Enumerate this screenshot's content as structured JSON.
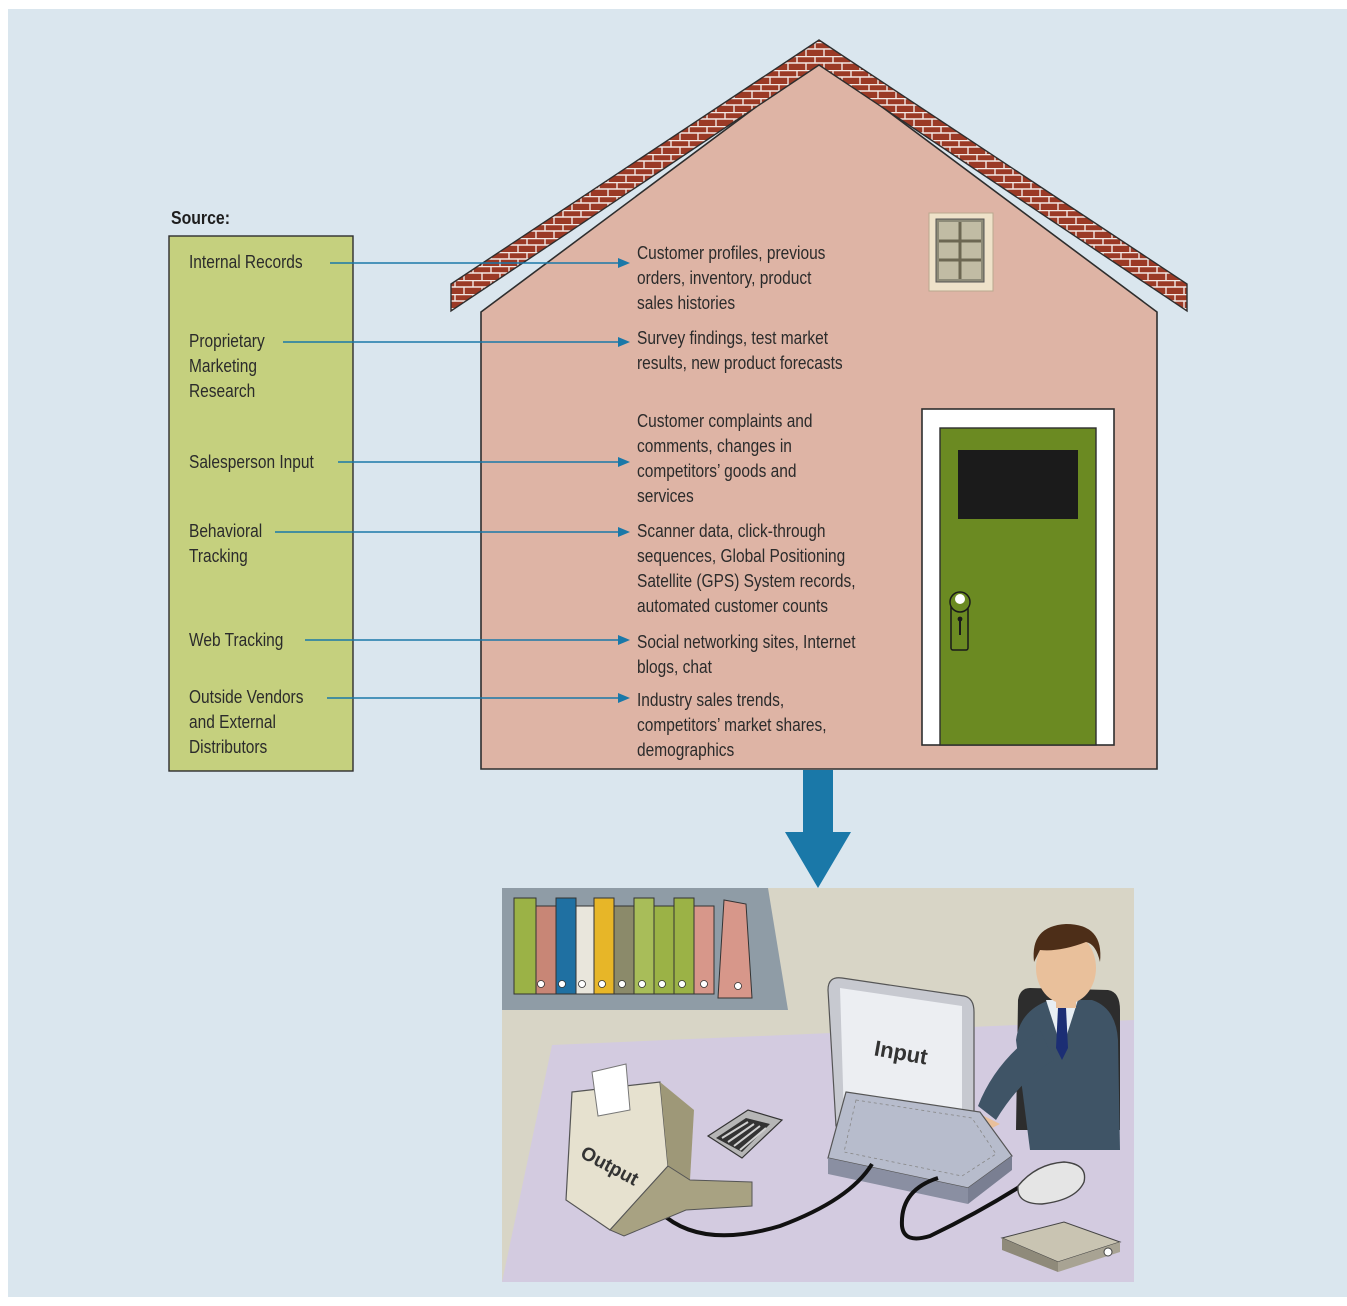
{
  "source_heading": "Source:",
  "sources": [
    {
      "label": "Internal Records",
      "description": "Customer profiles, previous orders, inventory, product sales histories"
    },
    {
      "label": "Proprietary Marketing Research",
      "description": "Survey findings, test market results, new product forecasts"
    },
    {
      "label": "Salesperson Input",
      "description": "Customer complaints and comments, changes in competitors’ goods and services"
    },
    {
      "label": "Behavioral Tracking",
      "description": "Scanner data, click-through sequences, Global Positioning Satellite (GPS) System records, automated customer counts"
    },
    {
      "label": "Web Tracking",
      "description": "Social networking sites, Internet blogs, chat"
    },
    {
      "label": "Outside Vendors and External Distributors",
      "description": "Industry sales trends, competitors’ market shares, demographics"
    }
  ],
  "office": {
    "input_label": "Input",
    "output_label": "Output"
  },
  "colors": {
    "background": "#dae6ee",
    "source_box": "#c5d07e",
    "house_wall": "#deb4a5",
    "roof_brick": "#9b3a26",
    "door": "#6b8a22",
    "arrow": "#1a78a8"
  }
}
